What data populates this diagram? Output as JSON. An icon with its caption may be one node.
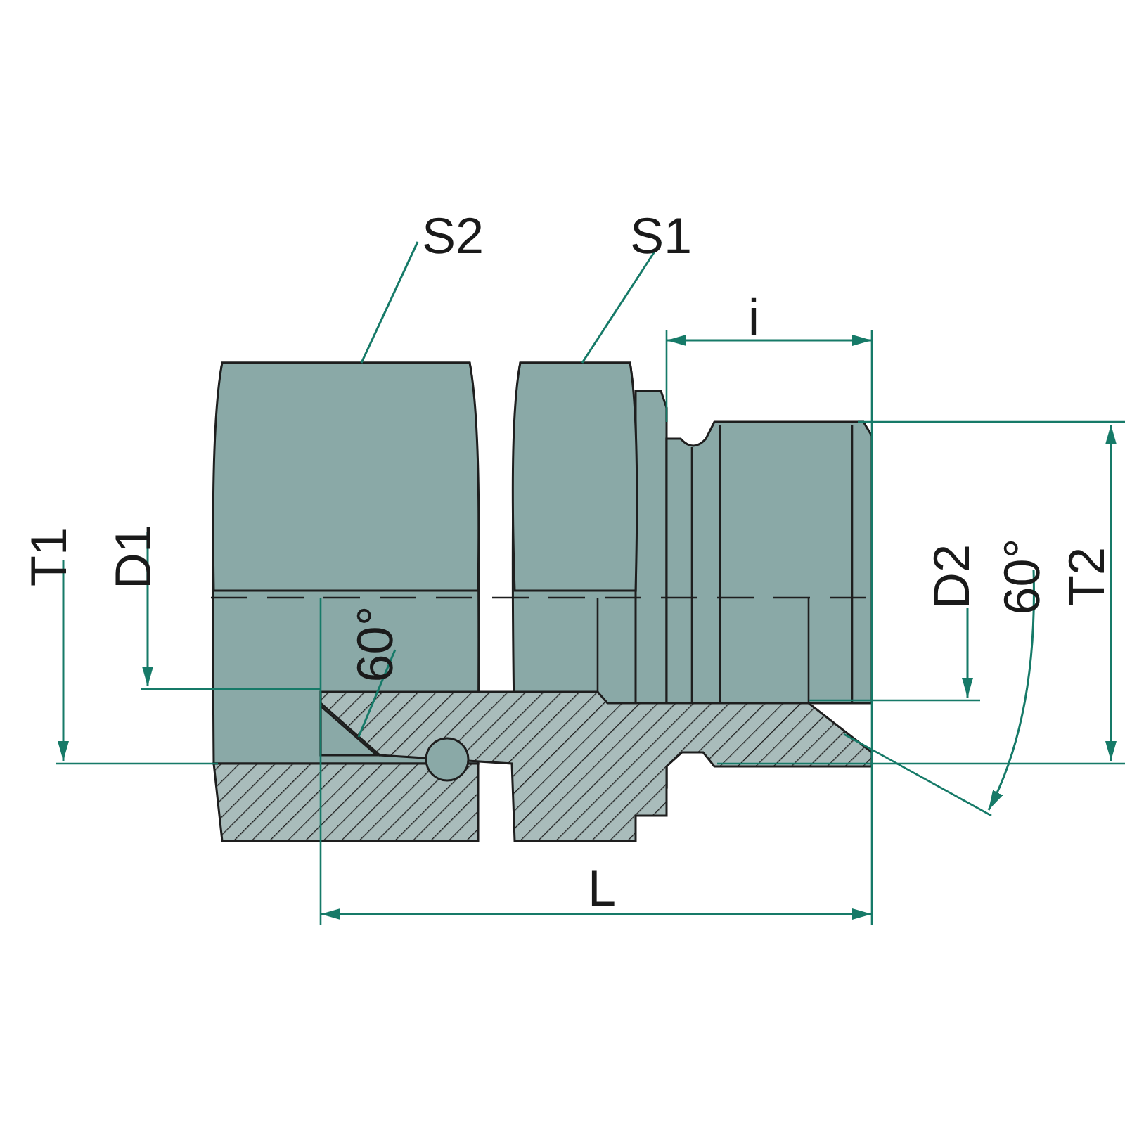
{
  "diagram": {
    "nodes": [
      {
        "text": [
          "S2"
        ]
      },
      {
        "text": [],
        "shape": "box"
      },
      {
        "text": [
          "S1"
        ]
      },
      {
        "text": [],
        "shape": "box"
      },
      {
        "text": [
          "60°"
        ]
      },
      {
        "text": [],
        "shape": "triangle"
      }
    ],
    "edges": [
      {
        "from": 0,
        "to": 1,
        "arrow": "none"
      },
      {
        "from": 2,
        "to": 3,
        "arrow": "none"
      },
      {
        "from": 4,
        "to": 5,
        "arrow": "none"
      }
    ],
    "labels": [
      "i",
      "T1",
      "D1",
      "D2",
      "60°",
      "T2",
      "L"
    ]
  }
}
